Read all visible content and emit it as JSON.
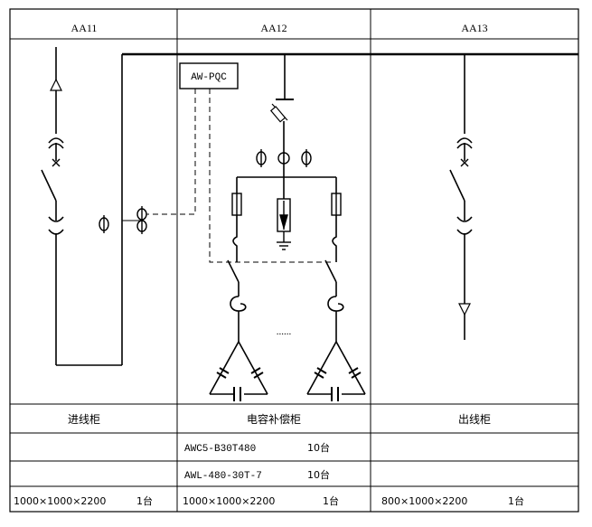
{
  "columns": [
    {
      "code": "AA11",
      "name": "进线柜",
      "model": "",
      "spec": "",
      "size": "1000×1000×2200",
      "qty": "1台"
    },
    {
      "code": "AA12",
      "name": "电容补偿柜",
      "model": "AWC5-B30T480",
      "model_qty": "10台",
      "spec": "AWL-480-30T-7",
      "spec_qty": "10台",
      "size": "1000×1000×2200",
      "qty": "1台"
    },
    {
      "code": "AA13",
      "name": "出线柜",
      "model": "",
      "spec": "",
      "size": "800×1000×2200",
      "qty": "1台"
    }
  ],
  "controller_label": "AW-PQC",
  "ellipsis": "......"
}
